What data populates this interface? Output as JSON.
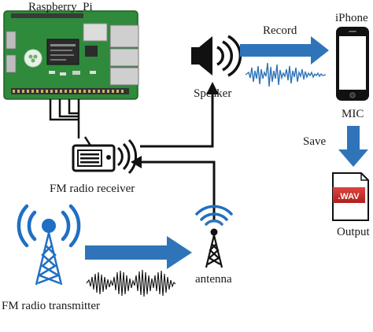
{
  "labels": {
    "raspberry_pi": "Raspberry_Pi",
    "speaker": "Speaker",
    "iphone": "iPhone",
    "mic": "MIC",
    "record": "Record",
    "save": "Save",
    "output": "Output",
    "fm_receiver": "FM radio receiver",
    "fm_transmitter": "FM radio transmitter",
    "antenna": "antenna",
    "wav": ".WAV"
  },
  "colors": {
    "arrow_blue": "#2f74b8",
    "tower_blue": "#1f6fc4",
    "pcb_green": "#2f8a3c",
    "wav_red": "#c9302c",
    "line_black": "#111111"
  },
  "icons": [
    "speaker-icon",
    "iphone-icon",
    "wav-file-icon",
    "radio-receiver-icon",
    "radio-tower-icon",
    "antenna-icon",
    "raspberry-pi-board",
    "waveform-icon"
  ]
}
